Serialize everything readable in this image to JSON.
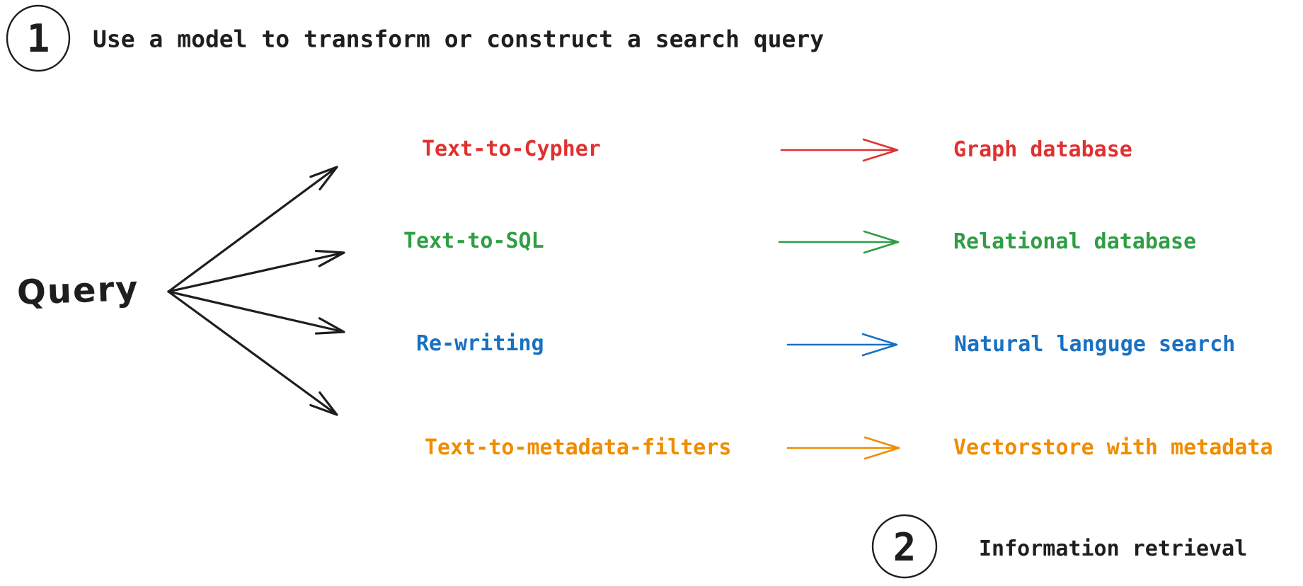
{
  "colors": {
    "ink": "#1e1e1e",
    "background": "#ffffff",
    "red": "#e03131",
    "green": "#2f9e44",
    "blue": "#1971c2",
    "orange": "#f08c00"
  },
  "step1": {
    "number": "1",
    "label": "Use a model to transform or construct a search query"
  },
  "query": {
    "label": "Query"
  },
  "rows": [
    {
      "method": "Text-to-Cypher",
      "target": "Graph database",
      "color": "#e03131",
      "color_name": "red"
    },
    {
      "method": "Text-to-SQL",
      "target": "Relational database",
      "color": "#2f9e44",
      "color_name": "green"
    },
    {
      "method": "Re-writing",
      "target": "Natural languge search",
      "color": "#1971c2",
      "color_name": "blue"
    },
    {
      "method": "Text-to-metadata-filters",
      "target": "Vectorstore with metadata",
      "color": "#f08c00",
      "color_name": "orange"
    }
  ],
  "step2": {
    "number": "2",
    "label": "Information retrieval"
  }
}
